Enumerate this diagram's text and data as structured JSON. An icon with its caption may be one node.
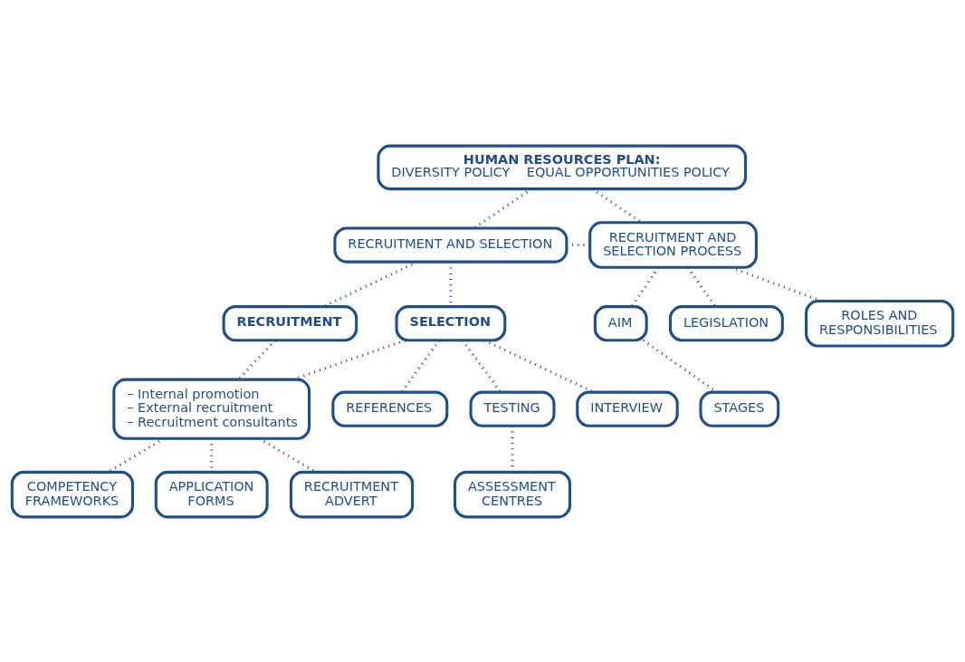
{
  "diagram": {
    "nodes": [
      {
        "text": [
          "HUMAN RESOURCES PLAN:",
          "DIVERSITY POLICY",
          "EQUAL OPPORTUNITIES POLICY"
        ]
      },
      {
        "text": [
          "RECRUITMENT AND SELECTION"
        ]
      },
      {
        "text": [
          "RECRUITMENT AND SELECTION PROCESS"
        ]
      },
      {
        "text": [
          "RECRUITMENT"
        ]
      },
      {
        "text": [
          "SELECTION"
        ]
      },
      {
        "text": [
          "AIM"
        ]
      },
      {
        "text": [
          "LEGISLATION"
        ]
      },
      {
        "text": [
          "– Internal promotion",
          "– External recruitment",
          "– Recruitment consultants"
        ]
      },
      {
        "text": [
          "REFERENCES"
        ]
      },
      {
        "text": [
          "TESTING"
        ]
      },
      {
        "text": [
          "COMPETENCY FRAMEWORKS"
        ]
      },
      {
        "text": [
          "ASSESSMENT CENTRES"
        ]
      },
      {
        "text": [
          "ROLES AND RESPONSIBILITIES"
        ]
      },
      {
        "text": [
          "APPLICATION FORMS"
        ]
      },
      {
        "text": [
          "RECRUITMENT ADVERT"
        ]
      },
      {
        "text": [
          "INTERVIEW"
        ]
      },
      {
        "text": [
          "STAGES"
        ]
      }
    ],
    "edges": [
      {
        "from": 0,
        "to": 1,
        "arrow": "none"
      },
      {
        "from": 0,
        "to": 2,
        "arrow": "none"
      },
      {
        "from": 1,
        "to": 2,
        "arrow": "none"
      },
      {
        "from": 1,
        "to": 3,
        "arrow": "none"
      },
      {
        "from": 1,
        "to": 4,
        "arrow": "none"
      },
      {
        "from": 2,
        "to": 5,
        "arrow": "none"
      },
      {
        "from": 2,
        "to": 12,
        "arrow": "none"
      },
      {
        "from": 2,
        "to": 6,
        "arrow": "none"
      },
      {
        "from": 3,
        "to": 7,
        "arrow": "none"
      },
      {
        "from": 4,
        "to": 7,
        "arrow": "none"
      },
      {
        "from": 7,
        "to": 10,
        "arrow": "none"
      },
      {
        "from": 4,
        "to": 8,
        "arrow": "none"
      },
      {
        "from": 4,
        "to": 15,
        "arrow": "none"
      },
      {
        "from": 4,
        "to": 9,
        "arrow": "none"
      },
      {
        "from": 9,
        "to": 11,
        "arrow": "none"
      },
      {
        "from": 5,
        "to": 16,
        "arrow": "none"
      },
      {
        "from": 7,
        "to": 13,
        "arrow": "none"
      },
      {
        "from": 7,
        "to": 14,
        "arrow": "none"
      }
    ]
  }
}
